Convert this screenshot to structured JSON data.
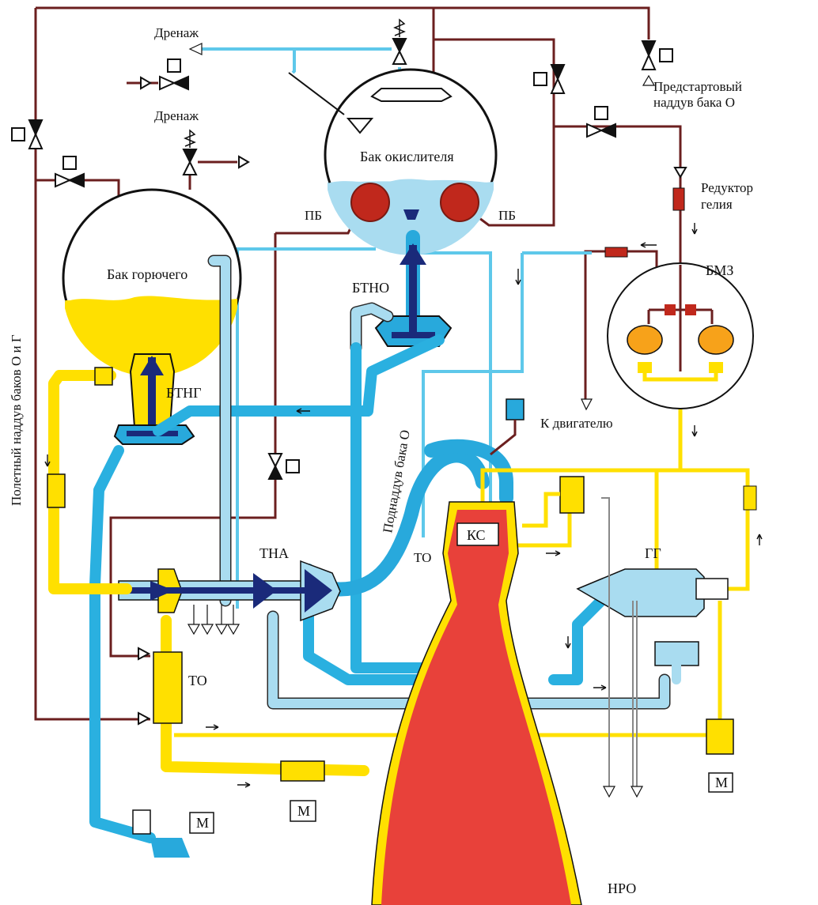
{
  "labels": {
    "drain_top": "Дренаж",
    "drain_mid": "Дренаж",
    "prestart_line1": "Предстартовый",
    "prestart_line2": "наддув бака О",
    "oxidizer_tank": "Бак окислителя",
    "fuel_tank": "Бак горючего",
    "pb_left": "ПБ",
    "pb_right": "ПБ",
    "reducer_line1": "Редуктор",
    "reducer_line2": "гелия",
    "bmz": "БМЗ",
    "btno": "БТНО",
    "btng": "БТНГ",
    "to_engine": "К двигателю",
    "ox_tank_boost": "Поднаддув бака О",
    "flight_boost": "Полетный наддув баков О и Г",
    "ks": "КС",
    "gg": "ГГ",
    "tna": "ТНА",
    "to_center": "ТО",
    "to_left": "ТО",
    "m_bottom_left": "М",
    "m_center": "М",
    "m_right": "М",
    "nro": "НРО"
  },
  "colors": {
    "oxidizer": "#28a9dc",
    "oxidizer_light": "#a9dcf0",
    "fuel": "#ffe000",
    "chamber": "#e8413a",
    "pressure_line": "#6b1f1f",
    "helium_ball": "#c0281c",
    "turbopump": "#1a2a7a"
  }
}
